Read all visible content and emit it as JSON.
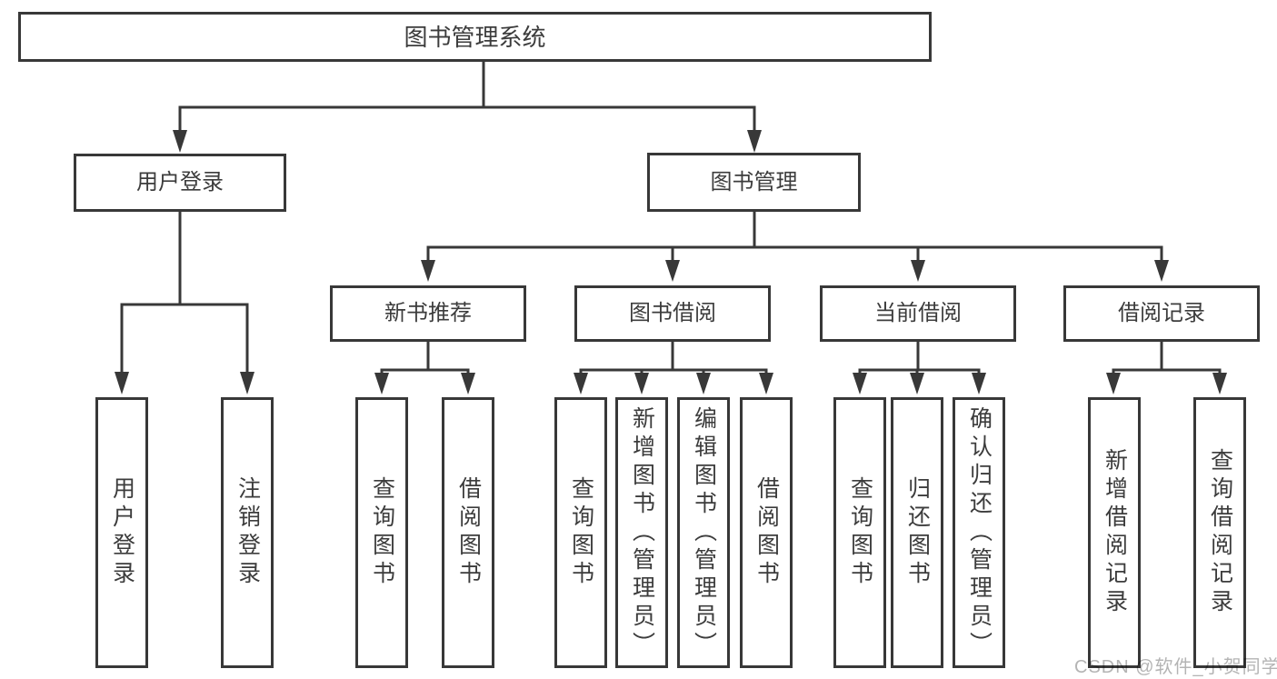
{
  "tree": {
    "label": "图书管理系统",
    "children": [
      {
        "label": "用户登录",
        "children": [
          {
            "label": "用户登录"
          },
          {
            "label": "注销登录"
          }
        ]
      },
      {
        "label": "图书管理",
        "children": [
          {
            "label": "新书推荐",
            "children": [
              {
                "label": "查询图书"
              },
              {
                "label": "借阅图书"
              }
            ]
          },
          {
            "label": "图书借阅",
            "children": [
              {
                "label": "查询图书"
              },
              {
                "label": "新增图书（管理员）"
              },
              {
                "label": "编辑图书（管理员）"
              },
              {
                "label": "借阅图书"
              }
            ]
          },
          {
            "label": "当前借阅",
            "children": [
              {
                "label": "查询图书"
              },
              {
                "label": "归还图书"
              },
              {
                "label": "确认归还（管理员）"
              }
            ]
          },
          {
            "label": "借阅记录",
            "children": [
              {
                "label": "新增借阅记录"
              },
              {
                "label": "查询借阅记录"
              }
            ]
          }
        ]
      }
    ]
  },
  "watermark": {
    "text": "CSDN @软件_小贺同学"
  },
  "colors": {
    "line": "#383838",
    "text": "#3c3c3c",
    "watermark": "#b4b4b4",
    "background": "#ffffff"
  }
}
